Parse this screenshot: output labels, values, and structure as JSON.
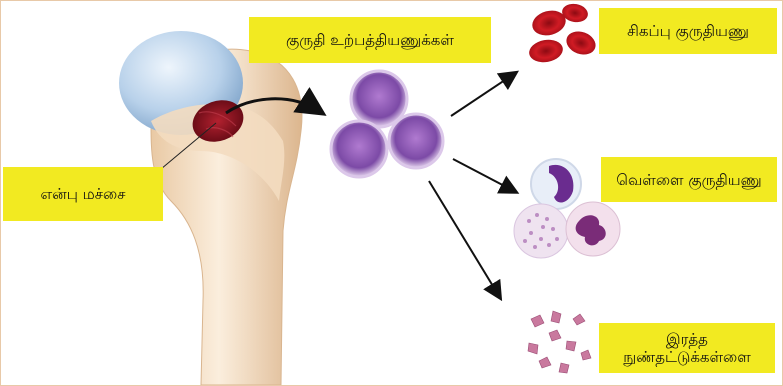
{
  "labels": {
    "bone_marrow": "என்பு மச்சை",
    "stem_cells": "குருதி உற்பத்தியணுக்கள்",
    "red_blood_cells": "சிகப்பு குருதியணு",
    "white_blood_cells": "வெள்ளை குருதியணு",
    "platelets_line1": "இரத்த",
    "platelets_line2": "நுண்தட்டுக்கள்ளை"
  },
  "colors": {
    "label_background": "#f2ea21",
    "bone": "#f3dcc0",
    "cartilage": "#a9c6e6",
    "marrow": "#8a0f1c",
    "stem_cell": "#8e5bb5",
    "red_cell": "#c4161f",
    "platelet": "#c9799e"
  },
  "icons": [
    "arrow-icon",
    "bone-illustration",
    "cell-illustration"
  ]
}
